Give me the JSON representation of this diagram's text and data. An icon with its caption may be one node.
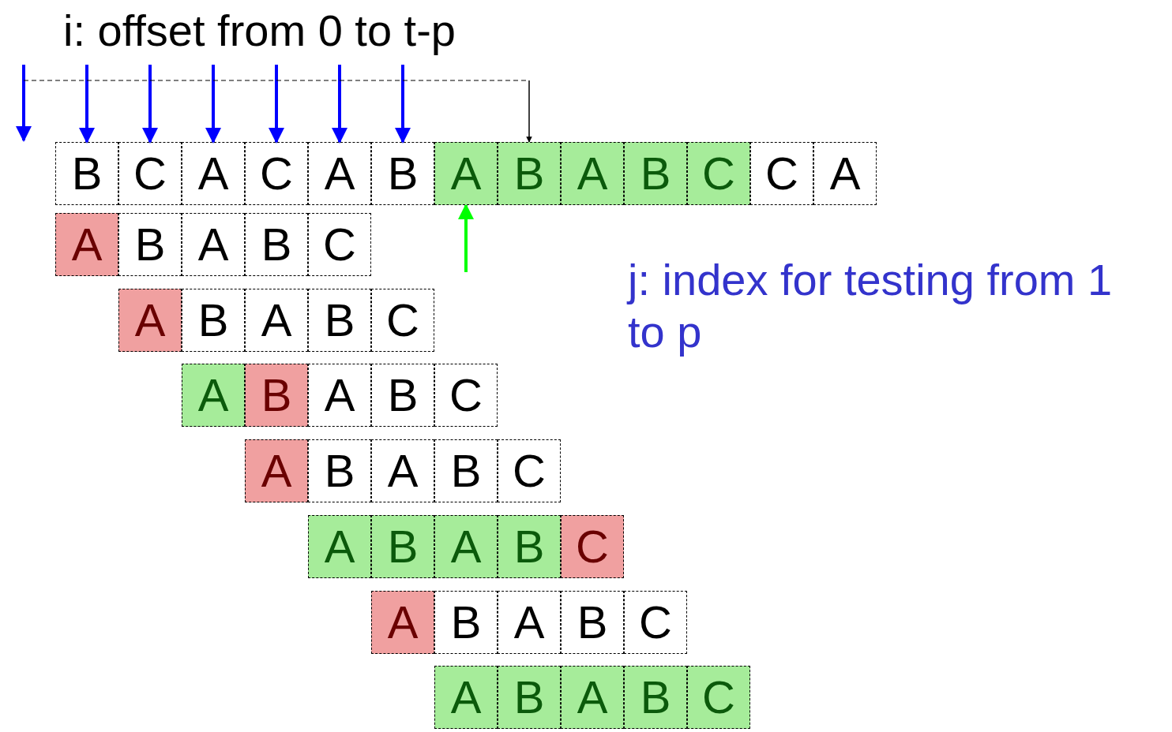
{
  "diagram": {
    "nodes": [
      {
        "text": [
          "B"
        ]
      },
      {
        "text": [
          "C"
        ]
      },
      {
        "text": [
          "A"
        ]
      },
      {
        "text": [
          "C"
        ]
      },
      {
        "text": [
          "A"
        ]
      },
      {
        "text": [
          "B"
        ]
      },
      {
        "text": [
          "A"
        ]
      },
      {
        "text": [
          "B"
        ]
      },
      {
        "text": [
          "A"
        ]
      },
      {
        "text": [
          "B"
        ]
      },
      {
        "text": [
          "C"
        ]
      },
      {
        "text": [
          "C"
        ]
      },
      {
        "text": [
          "A"
        ]
      },
      {
        "text": [
          "A"
        ]
      },
      {
        "text": [
          "B"
        ]
      },
      {
        "text": [
          "A"
        ]
      },
      {
        "text": [
          "B"
        ]
      },
      {
        "text": [
          "C"
        ]
      },
      {
        "text": [
          "A"
        ]
      },
      {
        "text": [
          "B"
        ]
      },
      {
        "text": [
          "A"
        ]
      },
      {
        "text": [
          "B"
        ]
      },
      {
        "text": [
          "C"
        ]
      },
      {
        "text": [
          "A"
        ]
      },
      {
        "text": [
          "B"
        ]
      },
      {
        "text": [
          "A"
        ]
      },
      {
        "text": [
          "B"
        ]
      },
      {
        "text": [
          "C"
        ]
      },
      {
        "text": [
          "A"
        ]
      },
      {
        "text": [
          "B"
        ]
      },
      {
        "text": [
          "A"
        ]
      },
      {
        "text": [
          "B"
        ]
      },
      {
        "text": [
          "C"
        ]
      },
      {
        "text": [
          "A"
        ]
      },
      {
        "text": [
          "B"
        ]
      },
      {
        "text": [
          "A"
        ]
      },
      {
        "text": [
          "B"
        ]
      },
      {
        "text": [
          "C"
        ]
      },
      {
        "text": [
          "A"
        ]
      },
      {
        "text": [
          "B"
        ]
      },
      {
        "text": [
          "A"
        ]
      },
      {
        "text": [
          "B"
        ]
      },
      {
        "text": [
          "C"
        ]
      },
      {
        "text": [
          "A"
        ]
      },
      {
        "text": [
          "B"
        ]
      },
      {
        "text": [
          "A"
        ]
      },
      {
        "text": [
          "B"
        ]
      },
      {
        "text": [
          "C"
        ]
      }
    ],
    "edges": [
      {
        "from": null,
        "to": 0,
        "arrow": "to"
      },
      {
        "from": null,
        "to": 1,
        "arrow": "to"
      },
      {
        "from": null,
        "to": 2,
        "arrow": "to"
      },
      {
        "from": null,
        "to": 3,
        "arrow": "to"
      },
      {
        "from": null,
        "to": 4,
        "arrow": "to"
      },
      {
        "from": null,
        "to": 5,
        "arrow": "to"
      },
      {
        "from": null,
        "to": 7,
        "arrow": "to",
        "color": "#000000"
      },
      {
        "from": null,
        "to": 6,
        "arrow": "to",
        "color": "#00ff00"
      }
    ],
    "labels": [
      "i: offset from 0 to t-p",
      "j: index for testing from 1 to p"
    ]
  }
}
